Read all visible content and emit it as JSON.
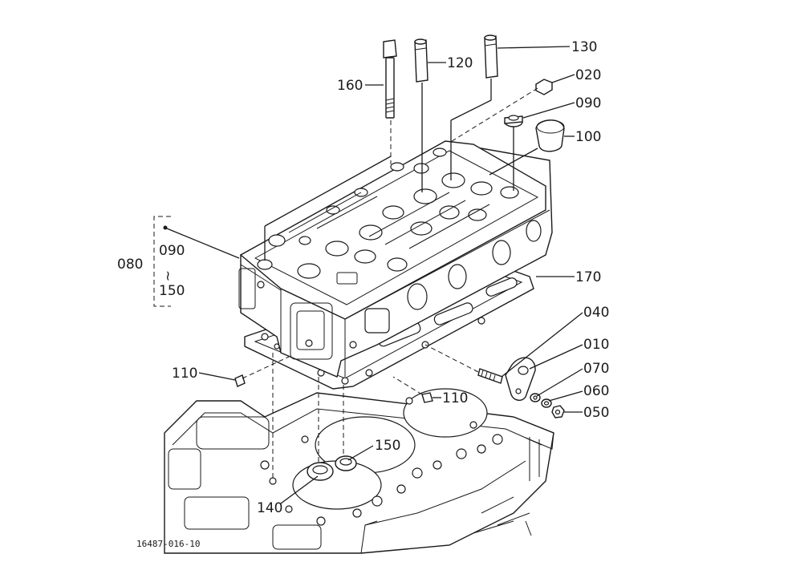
{
  "labels": {
    "p010": "010",
    "p020": "020",
    "p040": "040",
    "p050": "050",
    "p060": "060",
    "p070": "070",
    "p080": "080",
    "p090a": "090",
    "p090b": "090",
    "tilde": "~",
    "p100": "100",
    "p110a": "110",
    "p110b": "110",
    "p120": "120",
    "p130": "130",
    "p140": "140",
    "p150a": "150",
    "p150b": "150",
    "p160": "160",
    "p170": "170"
  },
  "drawing_number": "16487-016-10"
}
